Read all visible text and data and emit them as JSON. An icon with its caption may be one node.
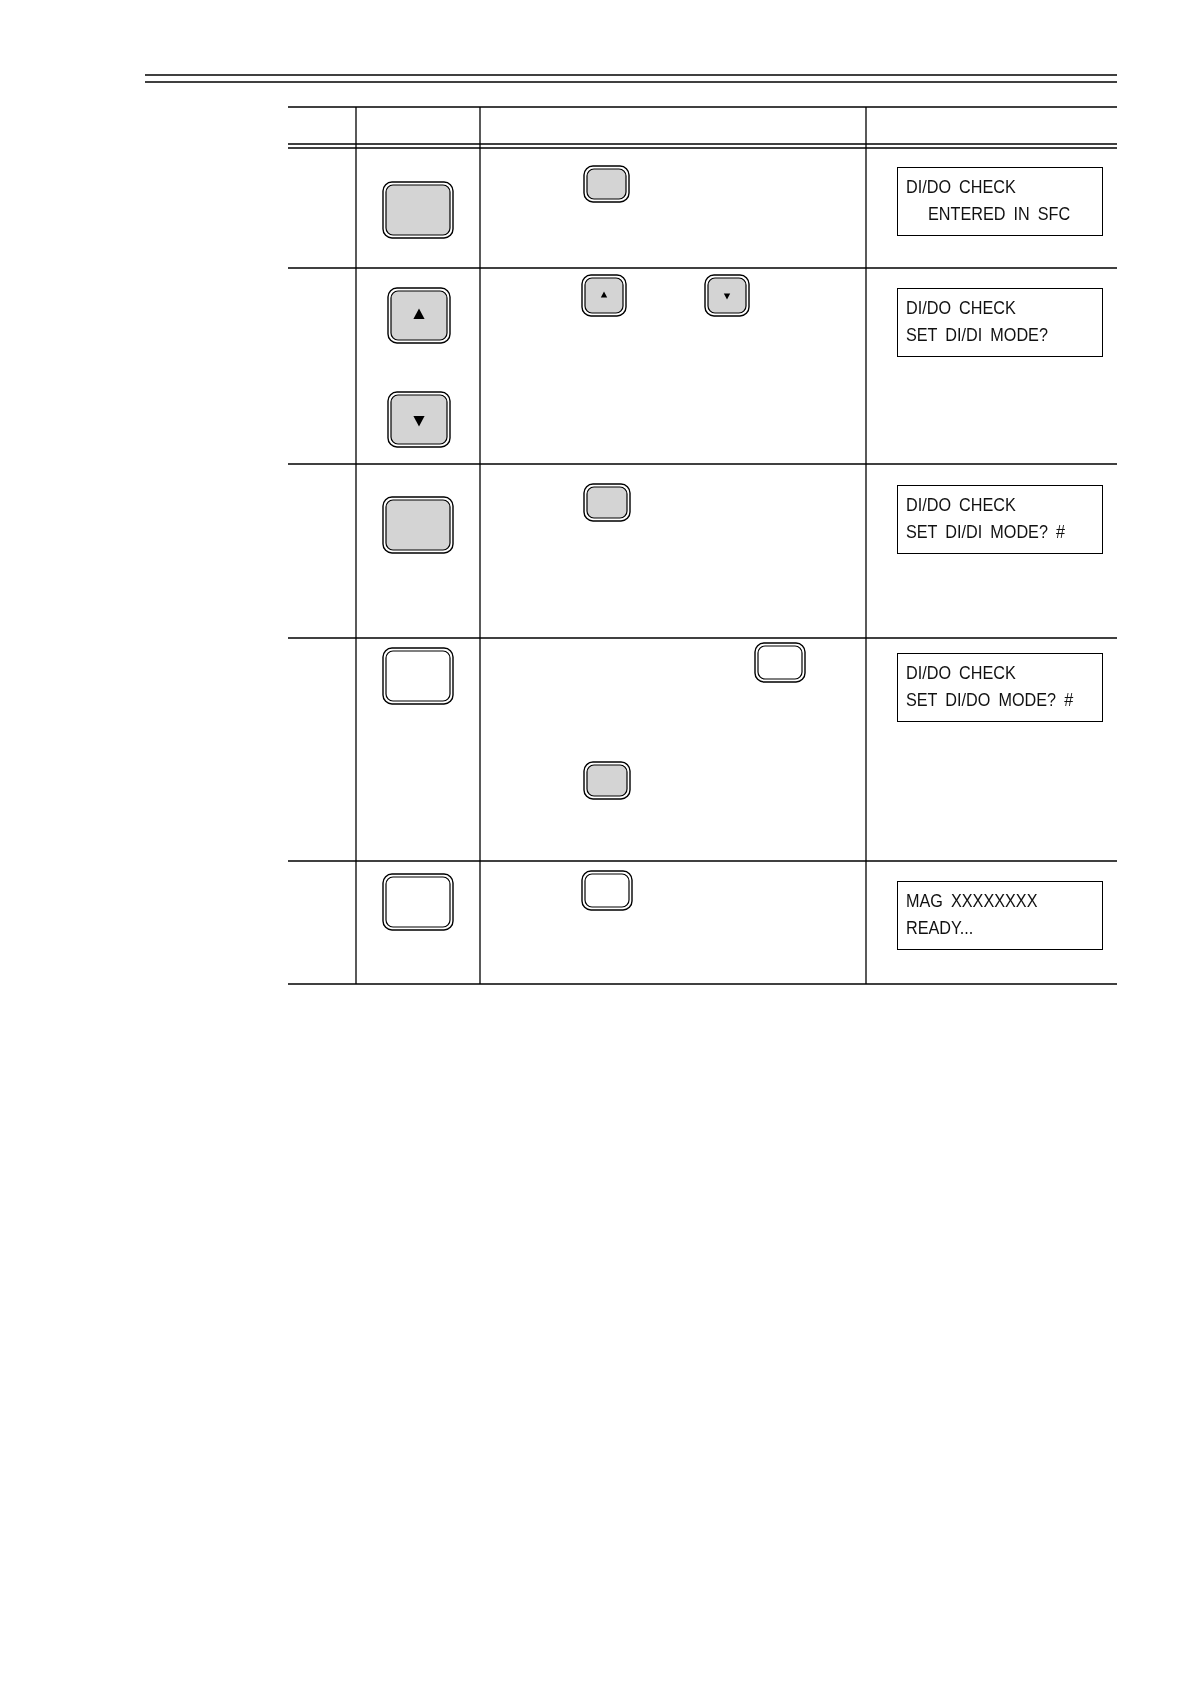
{
  "diagram": {
    "nodes": [
      {
        "text": [
          "DI/DO CHECK",
          "ENTERED IN SFC"
        ]
      },
      {
        "text": [
          "DI/DO CHECK",
          "SET DI/DI MODE?"
        ]
      },
      {
        "text": [
          "DI/DO CHECK",
          "SET DI/DI MODE? #"
        ]
      },
      {
        "text": [
          "DI/DO CHECK",
          "SET DI/DO MODE? #"
        ]
      },
      {
        "text": [
          "MAG XXXXXXXX",
          "READY..."
        ]
      }
    ]
  }
}
